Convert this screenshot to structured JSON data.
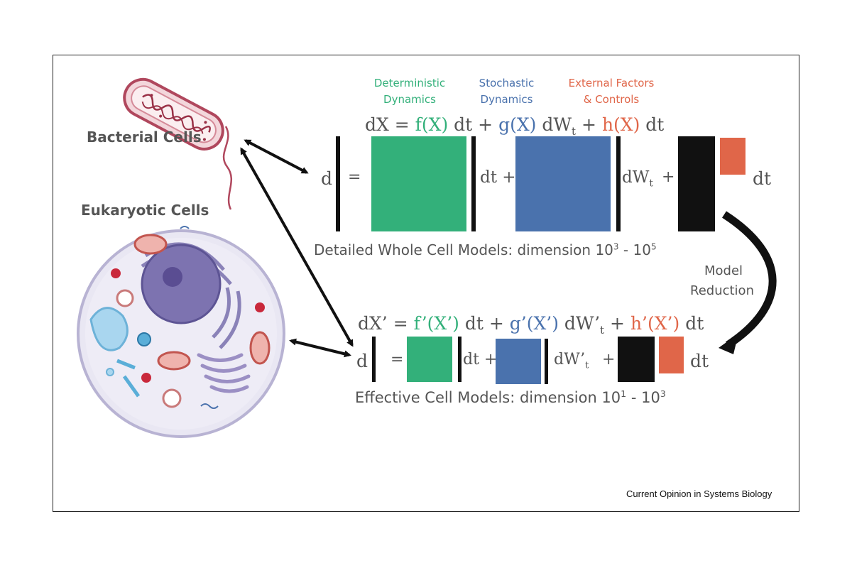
{
  "colors": {
    "deterministic": "#33b07a",
    "stochastic": "#4a72ad",
    "external": "#e06649",
    "matrix": "#111111",
    "text_gray": "#555555"
  },
  "labels": {
    "bacterial": "Bacterial Cells",
    "eukaryotic": "Eukaryotic  Cells",
    "model_reduction_1": "Model",
    "model_reduction_2": "Reduction",
    "credit": "Current Opinion in Systems Biology"
  },
  "headers": {
    "det_1": "Deterministic",
    "det_2": "Dynamics",
    "sto_1": "Stochastic",
    "sto_2": "Dynamics",
    "ext_1": "External Factors",
    "ext_2": "& Controls"
  },
  "eq_top": {
    "lhs": "dX =",
    "f": "f(X)",
    "dt1": "dt +",
    "g": "g(X)",
    "dw": "dW",
    "dw_sub": "t",
    "plus": "+",
    "h": "h(X)",
    "dt2": "dt"
  },
  "eq_bottom": {
    "lhs": "dX’ =",
    "f": "f’(X’)",
    "dt1": "dt +",
    "g": "g’(X’)",
    "dw": "dW’",
    "dw_sub": "t",
    "plus": "+",
    "h": "h’(X’)",
    "dt2": "dt"
  },
  "matrix_top": {
    "d": "d",
    "eq": "=",
    "dt_plus": "dt +",
    "dw": "dW",
    "dw_sub": "t",
    "plus": "+",
    "dt": "dt"
  },
  "matrix_bottom": {
    "d": "d",
    "eq": "=",
    "dt_plus": "dt +",
    "dw": "dW’",
    "dw_sub": "t",
    "plus": "+",
    "dt": "dt"
  },
  "captions": {
    "top_text": "Detailed Whole Cell Models: dimension 10",
    "top_exp1": "3",
    "top_mid": " - 10",
    "top_exp2": "5",
    "bottom_text": "Effective Cell Models: dimension 10",
    "bottom_exp1": "1",
    "bottom_mid": " - 10",
    "bottom_exp2": "3"
  }
}
